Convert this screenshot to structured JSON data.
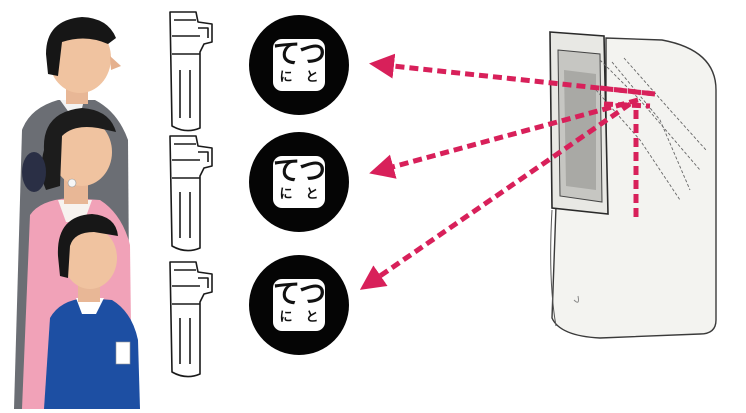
{
  "figure": {
    "badges": [
      {
        "big_left": "て",
        "big_right": "つ",
        "small_left": "に",
        "small_right": "と"
      },
      {
        "big_left": "て",
        "big_right": "つ",
        "small_left": "に",
        "small_right": "と"
      },
      {
        "big_left": "て",
        "big_right": "つ",
        "small_left": "に",
        "small_right": "と"
      }
    ]
  },
  "colors": {
    "arrow": "#d8205a",
    "badge_disc": "#050505",
    "badge_card": "#ffffff",
    "suit": "#6b6e74",
    "pink": "#f1a2b8",
    "blue": "#1d4fa3",
    "skin": "#f0c3a0",
    "hair": "#161616",
    "device": "#f3f3f0"
  }
}
